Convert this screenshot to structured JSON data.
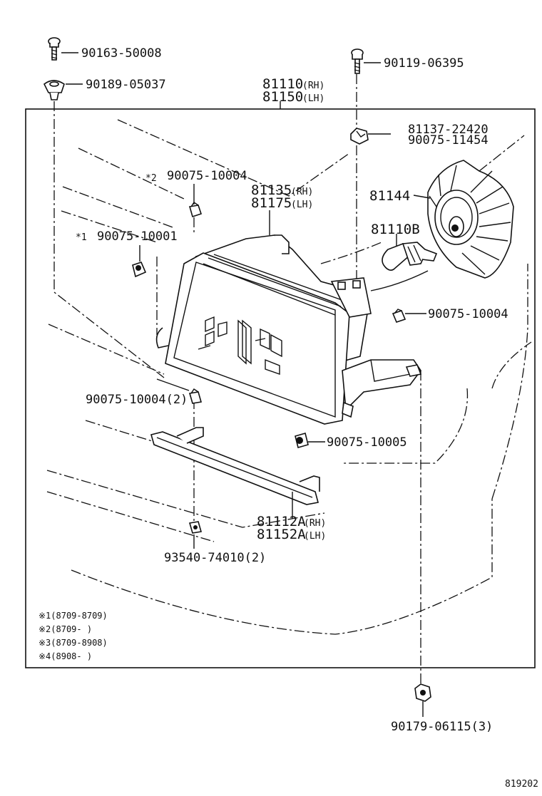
{
  "parts": {
    "p90163": "90163-50008",
    "p90189": "90189-05037",
    "p90119": "90119-06395",
    "p81110": "81110",
    "p81110_sfx": "(RH)",
    "p81150": "81150",
    "p81150_sfx": "(LH)",
    "p81137": "81137-22420",
    "p90075_11454": "90075-11454",
    "star2": "*2",
    "p90075_10004_a": "90075-10004",
    "p81135": "81135",
    "p81135_sfx": "(RH)",
    "p81175": "81175",
    "p81175_sfx": "(LH)",
    "p81144": "81144",
    "star1": "*1",
    "p90075_10001": "90075-10001",
    "p81110B": "81110B",
    "p90075_10004_b": "90075-10004",
    "p90075_10004_c": "90075-10004(2)",
    "p90075_10005": "90075-10005",
    "p81112A": "81112A",
    "p81112A_sfx": "(RH)",
    "p81152A": "81152A",
    "p81152A_sfx": "(LH)",
    "p93540": "93540-74010(2)",
    "p90179": "90179-06115(3)"
  },
  "notes": [
    "※1(8709-8709)",
    "※2(8709-     )",
    "※3(8709-8908)",
    "※4(8908-     )"
  ],
  "figure_id": "819202"
}
